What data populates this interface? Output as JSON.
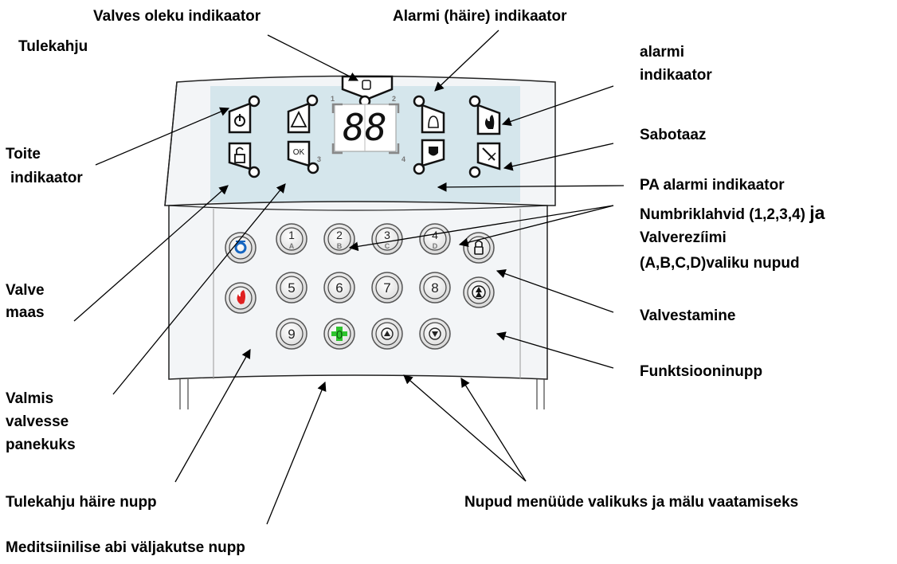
{
  "labels": {
    "valves_oleku": "Valves oleku indikaator",
    "alarmi_haire": "Alarmi (häire) indikaator",
    "tulekahju": "Tulekahju",
    "alarmi_line1": "alarmi",
    "alarmi_line2": "indikaator",
    "toite_line1": "Toite",
    "toite_line2": "indikaator",
    "sabotaaz": "Sabotaaz",
    "pa_alarmi": "PA alarmi indikaator",
    "numbri_line1": "Numbriklahvid (1,2,3,4) ",
    "numbri_ja": "ja",
    "numbri_line2": "Valverezíimi",
    "numbri_line3": "(A,B,C,D)valiku nupud",
    "valve_maas_line1": "Valve",
    "valve_maas_line2": "maas",
    "valvestamine": "Valvestamine",
    "funktsiooninupp": "Funktsiooninupp",
    "valmis_line1": "Valmis",
    "valmis_line2": "valvesse",
    "valmis_line3": "panekuks",
    "tulekahju_haire": "Tulekahju häire nupp",
    "nupud_menuude": "Nupud menüüde valikuks ja mälu vaatamiseks",
    "meditsiinilise": "Meditsiinilise abi väljakutse nupp"
  },
  "display": {
    "digits": "88",
    "zone_numbers": [
      "1",
      "2",
      "3",
      "4"
    ]
  },
  "indicator_icons": [
    "power-icon",
    "unlocked-padlock-icon",
    "warning-triangle-icon",
    "ok-icon",
    "armed-padlock-icon",
    "bell-icon",
    "shield-icon",
    "fire-icon",
    "tamper-icon"
  ],
  "keypad": {
    "row1": [
      {
        "main": "1",
        "sub": "A"
      },
      {
        "main": "2",
        "sub": "B"
      },
      {
        "main": "3",
        "sub": "C"
      },
      {
        "main": "4",
        "sub": "D"
      }
    ],
    "row2": [
      "5",
      "6",
      "7",
      "8"
    ],
    "row3_digit": "9",
    "row3_green": "0"
  },
  "colors": {
    "panel": "#d5e6ec",
    "housing": "#f4f6f8",
    "medical_key": "#1565c0",
    "fire_key": "#e02020",
    "zero_key": "#2ec42e"
  }
}
